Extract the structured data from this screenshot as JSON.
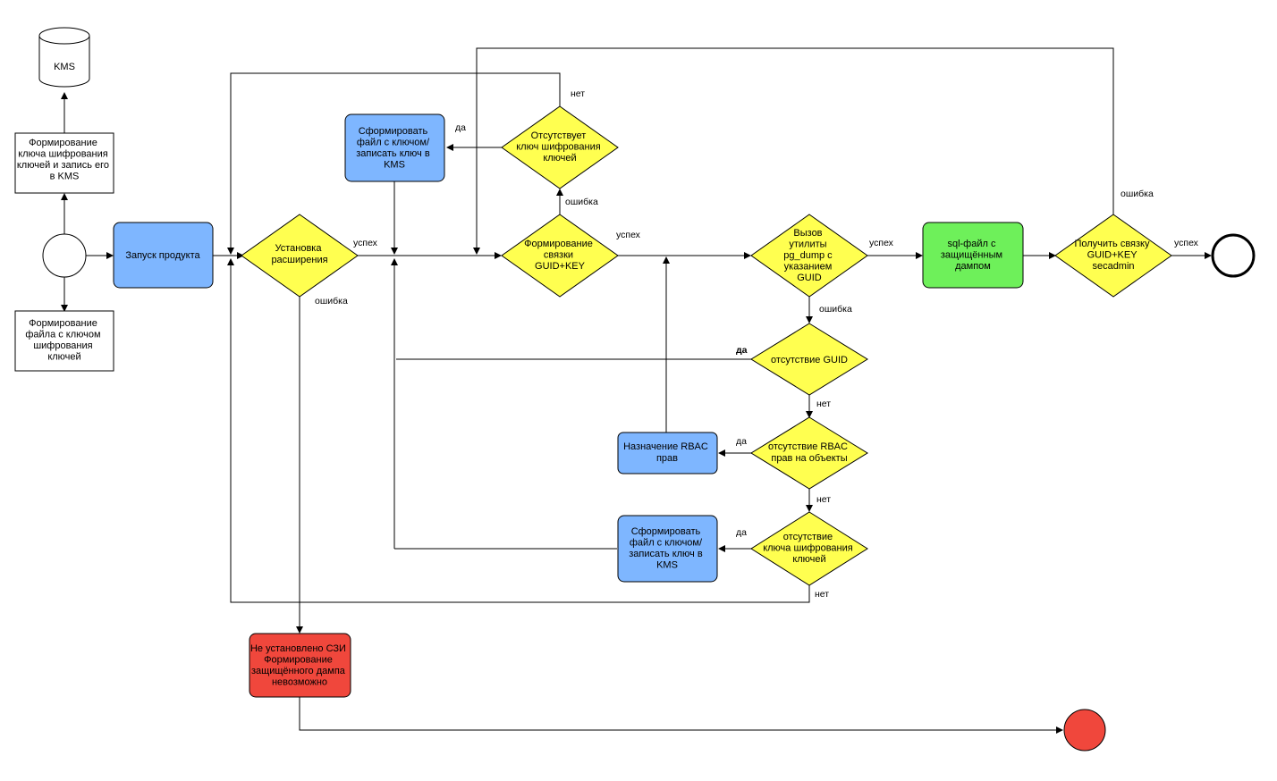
{
  "diagram": {
    "kms": {
      "label": "KMS"
    },
    "gen_key_kms": {
      "lines": [
        "Формирование",
        "ключа шифрования",
        "ключей и запись его",
        "в KMS"
      ]
    },
    "gen_key_file": {
      "lines": [
        "Формирование",
        "файла с ключом",
        "шифрования",
        "ключей"
      ]
    },
    "launch": {
      "label": "Запуск продукта"
    },
    "install_ext": {
      "lines": [
        "Установка",
        "расширения"
      ]
    },
    "form_key_top": {
      "lines": [
        "Сформировать",
        "файл с ключом/",
        "записать ключ в",
        "KMS"
      ]
    },
    "no_key_top": {
      "lines": [
        "Отсутствует",
        "ключ шифрования",
        "ключей"
      ]
    },
    "form_bind": {
      "lines": [
        "Формирование",
        "связки",
        "GUID+KEY"
      ]
    },
    "call_pgdump": {
      "lines": [
        "Вызов",
        "утилиты",
        "pg_dump с",
        "указанием",
        "GUID"
      ]
    },
    "sql_file": {
      "lines": [
        "sql-файл с",
        "защищённым",
        "дампом"
      ]
    },
    "get_bind": {
      "lines": [
        "Получить связку",
        "GUID+KEY",
        "secadmin"
      ]
    },
    "no_guid": {
      "label": "отсутствие GUID"
    },
    "no_rbac": {
      "lines": [
        "отсутствие RBAC",
        "прав на объекты"
      ]
    },
    "assign_rbac": {
      "lines": [
        "Назначение RBAC",
        "прав"
      ]
    },
    "no_key_bottom": {
      "lines": [
        "отсутствие",
        "ключа шифрования",
        "ключей"
      ]
    },
    "form_key_bottom": {
      "lines": [
        "Сформировать",
        "файл с ключом/",
        "записать ключ в",
        "KMS"
      ]
    },
    "error_box": {
      "lines": [
        "Не установлено СЗИ",
        "Формирование",
        "защищённого дампа",
        "невозможно"
      ]
    },
    "edge_labels": {
      "success": "успех",
      "error": "ошибка",
      "yes": "да",
      "no": "нет"
    },
    "colors": {
      "blue": "#7eb6ff",
      "yellow": "#ffff50",
      "green": "#6ef05a",
      "red": "#f0473c"
    }
  }
}
